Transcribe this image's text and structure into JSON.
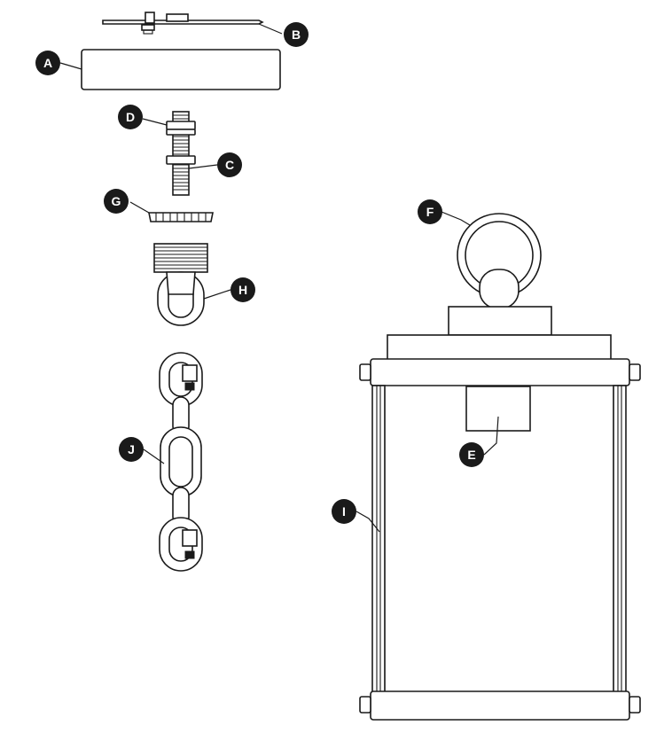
{
  "callouts": {
    "A": "A",
    "B": "B",
    "C": "C",
    "D": "D",
    "E": "E",
    "F": "F",
    "G": "G",
    "H": "H",
    "I": "I",
    "J": "J"
  },
  "colors": {
    "ink": "#1a1a1a",
    "background": "#ffffff"
  }
}
